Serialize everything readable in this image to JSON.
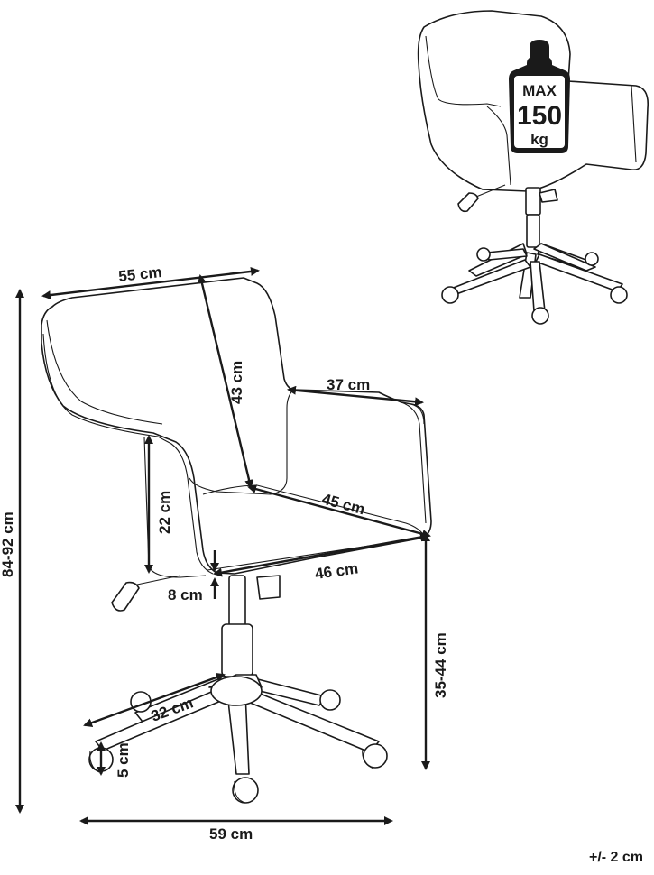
{
  "dimensions": {
    "back_width": "55 cm",
    "back_height": "43 cm",
    "armrest_depth": "37 cm",
    "seat_depth": "45 cm",
    "seat_width": "46 cm",
    "armrest_height": "22 cm",
    "seat_thickness": "8 cm",
    "total_height": "84-92 cm",
    "seat_height": "35-44 cm",
    "base_radius": "32 cm",
    "caster_height": "5 cm",
    "base_width": "59 cm"
  },
  "weight_badge": {
    "line1": "MAX",
    "line2": "150",
    "line3": "kg"
  },
  "tolerance": "+/- 2 cm"
}
